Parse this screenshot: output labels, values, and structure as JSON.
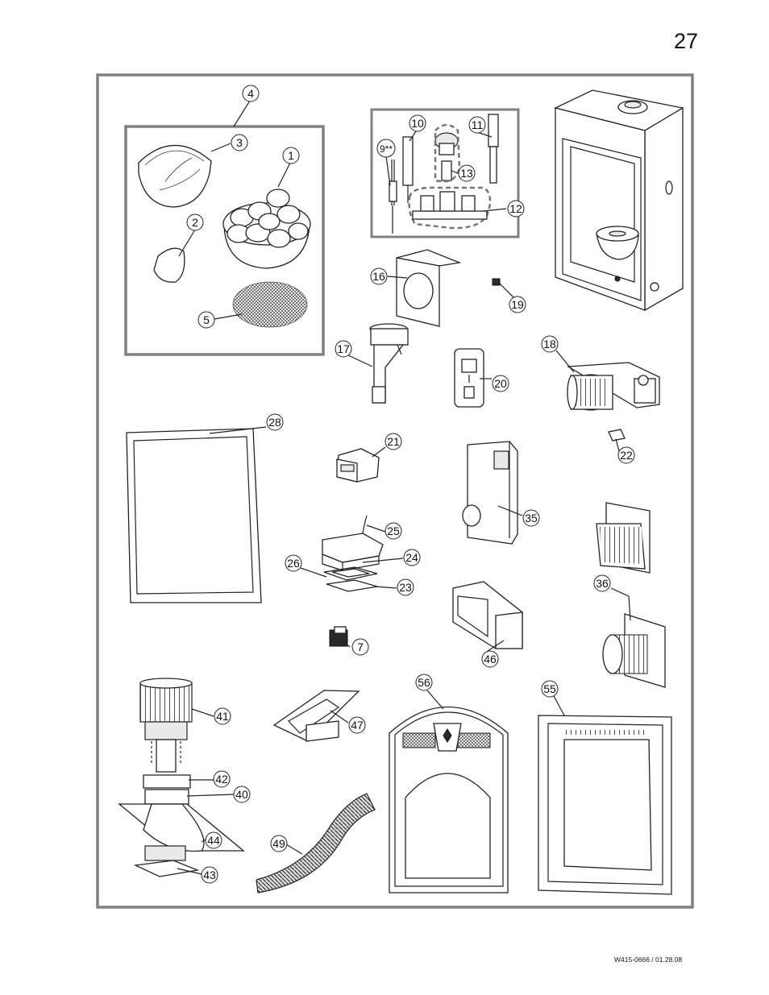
{
  "page": {
    "page_number": "27",
    "document_code": "W415-0666 / 01.28.08"
  },
  "callouts": {
    "c1": "1",
    "c2": "2",
    "c3": "3",
    "c4": "4",
    "c5": "5",
    "c7": "7",
    "c9": "9**",
    "c10": "10",
    "c11": "11",
    "c12": "12",
    "c13": "13",
    "c16": "16",
    "c17": "17",
    "c18": "18",
    "c19": "19",
    "c20": "20",
    "c21": "21",
    "c22": "22",
    "c23": "23",
    "c24": "24",
    "c25": "25",
    "c26": "26",
    "c28": "28",
    "c35": "35",
    "c36": "36",
    "c40": "40",
    "c41": "41",
    "c42": "42",
    "c43": "43",
    "c44": "44",
    "c46": "46",
    "c47": "47",
    "c49": "49",
    "c55": "55",
    "c56": "56"
  },
  "colors": {
    "frame_border": "#808080",
    "line": "#222222",
    "background": "#ffffff"
  }
}
